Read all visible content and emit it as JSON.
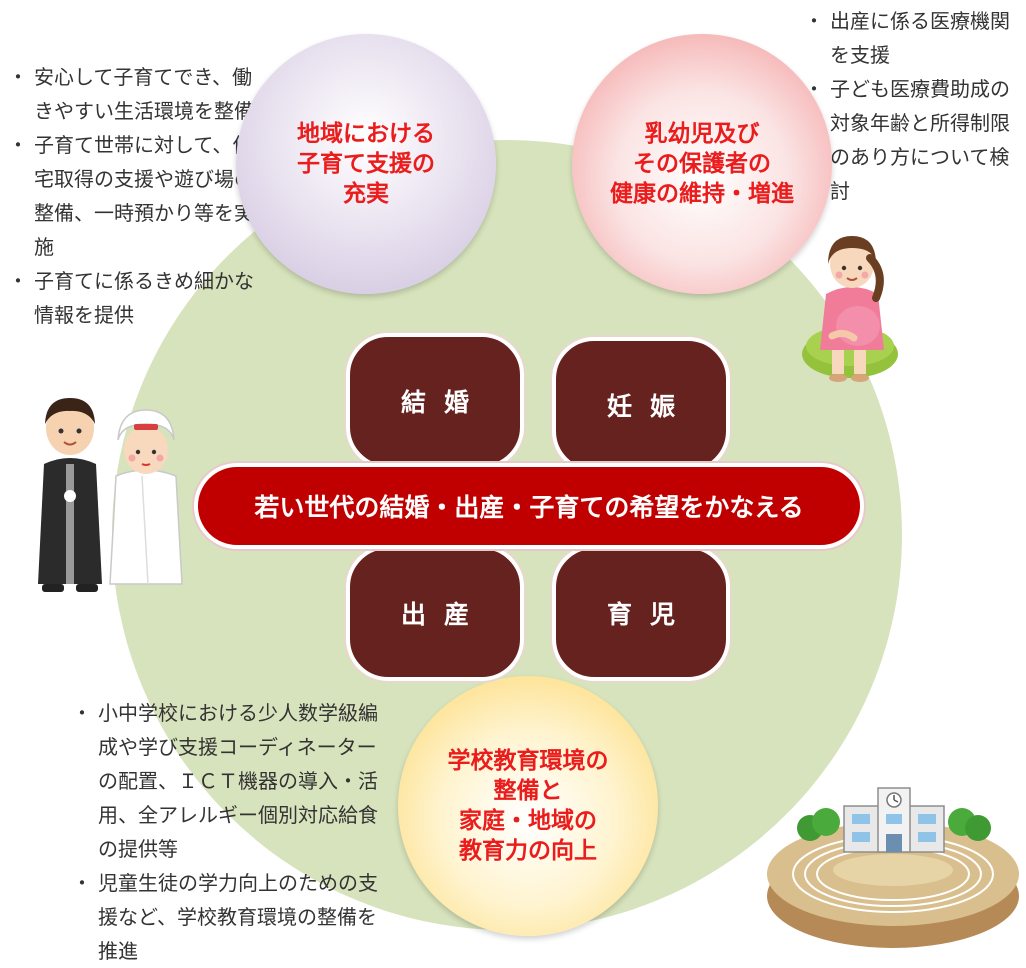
{
  "main_goal": "若い世代の結婚・出産・子育ての希望をかなえる",
  "stages": {
    "marriage": "結婚",
    "pregnancy": "妊娠",
    "birth": "出産",
    "childcare": "育児"
  },
  "themes": {
    "community_support": "地域における\n子育て支援の\n充実",
    "infant_health": "乳幼児及び\nその保護者の\n健康の維持・増進",
    "education": "学校教育環境の\n整備と\n家庭・地域の\n教育力の向上"
  },
  "bullets_left": [
    "安心して子育てでき、働きやすい生活環境を整備",
    "子育て世帯に対して、住宅取得の支援や遊び場の整備、一時預かり等を実施",
    "子育てに係るきめ細かな情報を提供"
  ],
  "bullets_right": [
    "出産に係る医療機関を支援",
    "子ども医療費助成の対象年齢と所得制限のあり方について検討"
  ],
  "bullets_bottom": [
    "小中学校における少人数学級編成や学び支援コーディネーターの配置、ＩＣＴ機器の導入・活用、全アレルギー個別対応給食の提供等",
    "児童生徒の学力向上のための支援など、学校教育環境の整備を推進"
  ],
  "colors": {
    "theme_text": "#ea1c1c",
    "stage_box": "#66221f",
    "banner": "#c00000",
    "background_circle": "#d7e3bc"
  }
}
